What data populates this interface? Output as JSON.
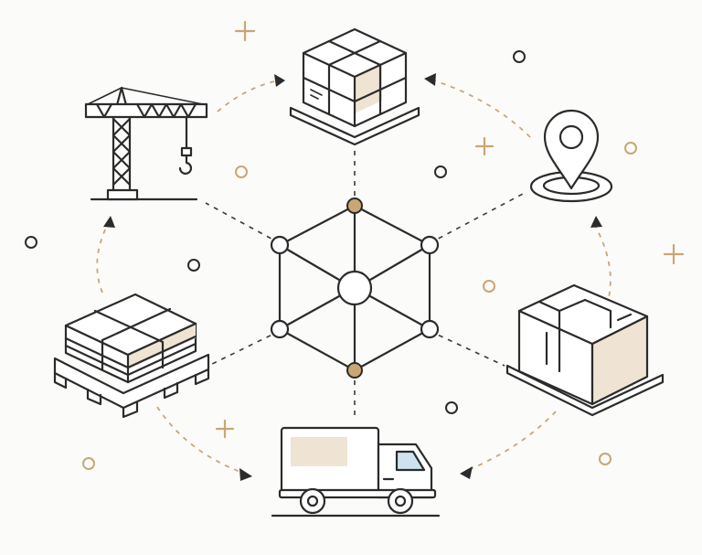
{
  "colors": {
    "ink": "#2b2b2b",
    "accent_gold": "#c9a675",
    "beige_fill": "#efe4d3",
    "window_blue": "#cfe3ef",
    "background": "#fbfbfa"
  },
  "nodes": [
    {
      "id": "boxes",
      "icon": "stacked-boxes-icon"
    },
    {
      "id": "location",
      "icon": "map-pin-icon"
    },
    {
      "id": "warehouse",
      "icon": "warehouse-floorplan-icon"
    },
    {
      "id": "truck",
      "icon": "delivery-truck-icon"
    },
    {
      "id": "pallet",
      "icon": "pallet-with-goods-icon"
    },
    {
      "id": "crane",
      "icon": "construction-crane-icon"
    }
  ],
  "hub": {
    "icon": "network-hub-icon"
  },
  "flow": [
    "crane",
    "boxes",
    "location",
    "warehouse",
    "truck",
    "pallet",
    "crane"
  ]
}
